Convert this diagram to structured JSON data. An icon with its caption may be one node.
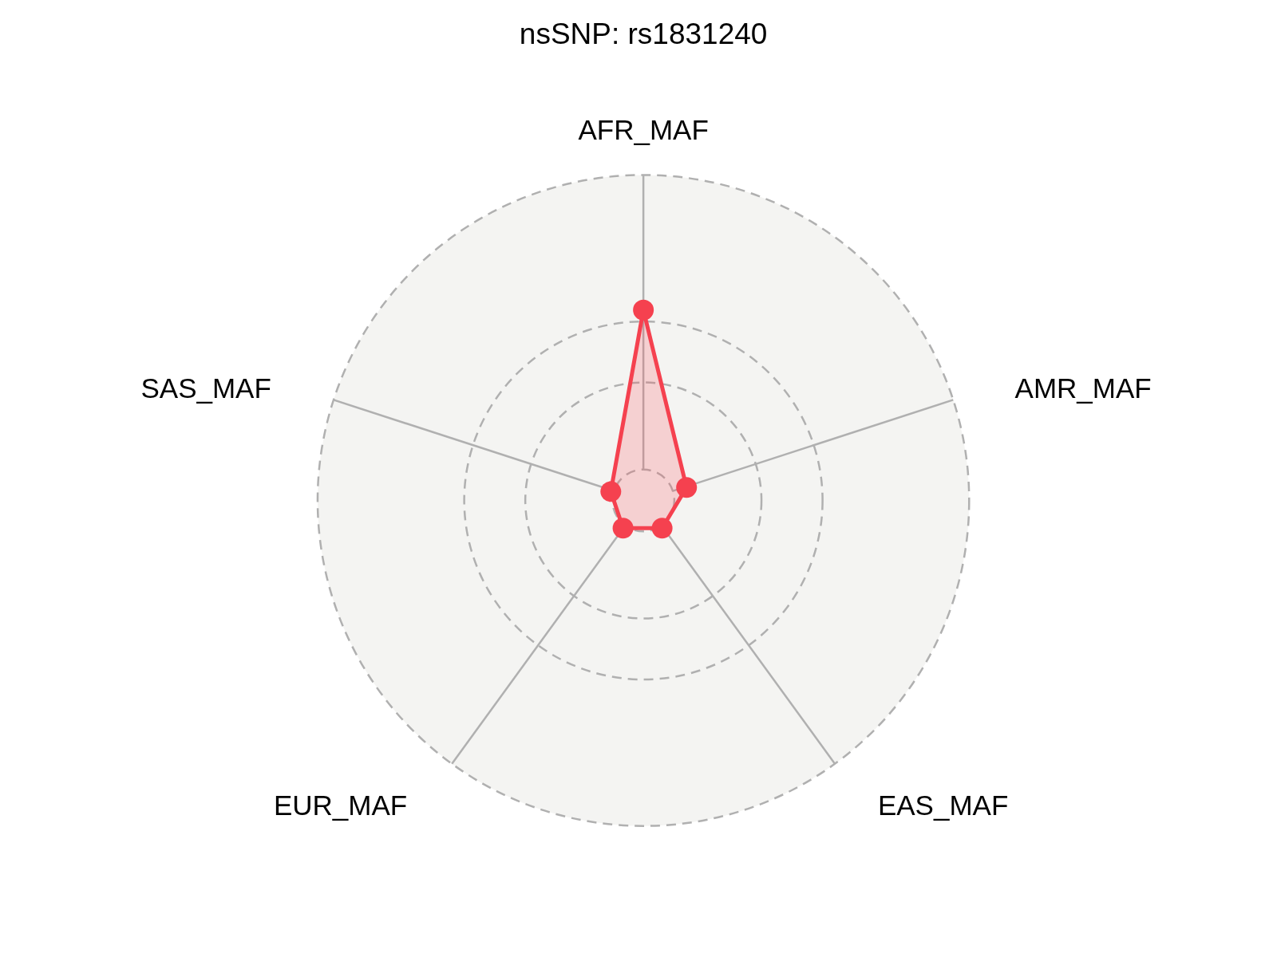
{
  "diagram": {
    "title": "nsSNP: rs1831240",
    "labels": [
      "AFR_MAF",
      "SAS_MAF",
      "AMR_MAF",
      "EUR_MAF",
      "EAS_MAF"
    ]
  }
}
